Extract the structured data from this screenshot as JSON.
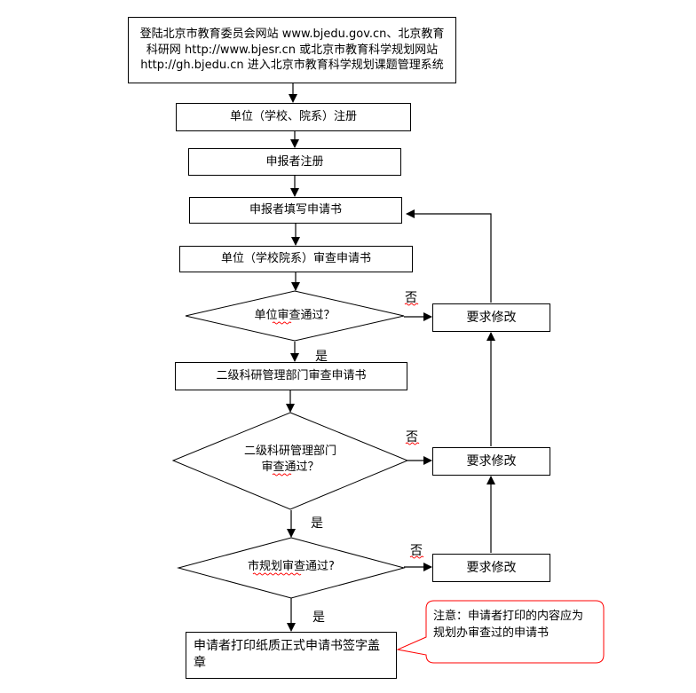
{
  "flowchart": {
    "start_line1": "登陆北京市教育委员会网站 www.bjedu.gov.cn、北京教育",
    "start_line2": "科研网 http://www.bjesr.cn 或北京市教育科学规划网站",
    "start_line3": "http://gh.bjedu.cn 进入北京市教育科学规划课题管理系统",
    "unit_register": "单位（学校、院系）注册",
    "applicant_register": "申报者注册",
    "fill_application": "申报者填写申请书",
    "unit_review": "单位（学校院系）审查申请书",
    "decision1": "单位审查通过？",
    "second_level_review": "二级科研管理部门审查申请书",
    "decision2_line1": "二级科研管理部门",
    "decision2_line2": "审查通过？",
    "decision3": "市规划审查通过?",
    "final_line1": "申请者打印纸质正式申请书签字盖",
    "final_line2": "章",
    "revise1": "要求修改",
    "revise2": "要求修改",
    "revise3": "要求修改",
    "no1": "否",
    "no2": "否",
    "no3": "否",
    "yes1": "是",
    "yes2": "是",
    "yes3": "是",
    "note_line1": "注意：申请者打印的内容应为",
    "note_line2": "规划办审查过的申请书"
  },
  "colors": {
    "line": "#000000",
    "note_border": "#ff0000",
    "squiggle": "#ff0000"
  }
}
